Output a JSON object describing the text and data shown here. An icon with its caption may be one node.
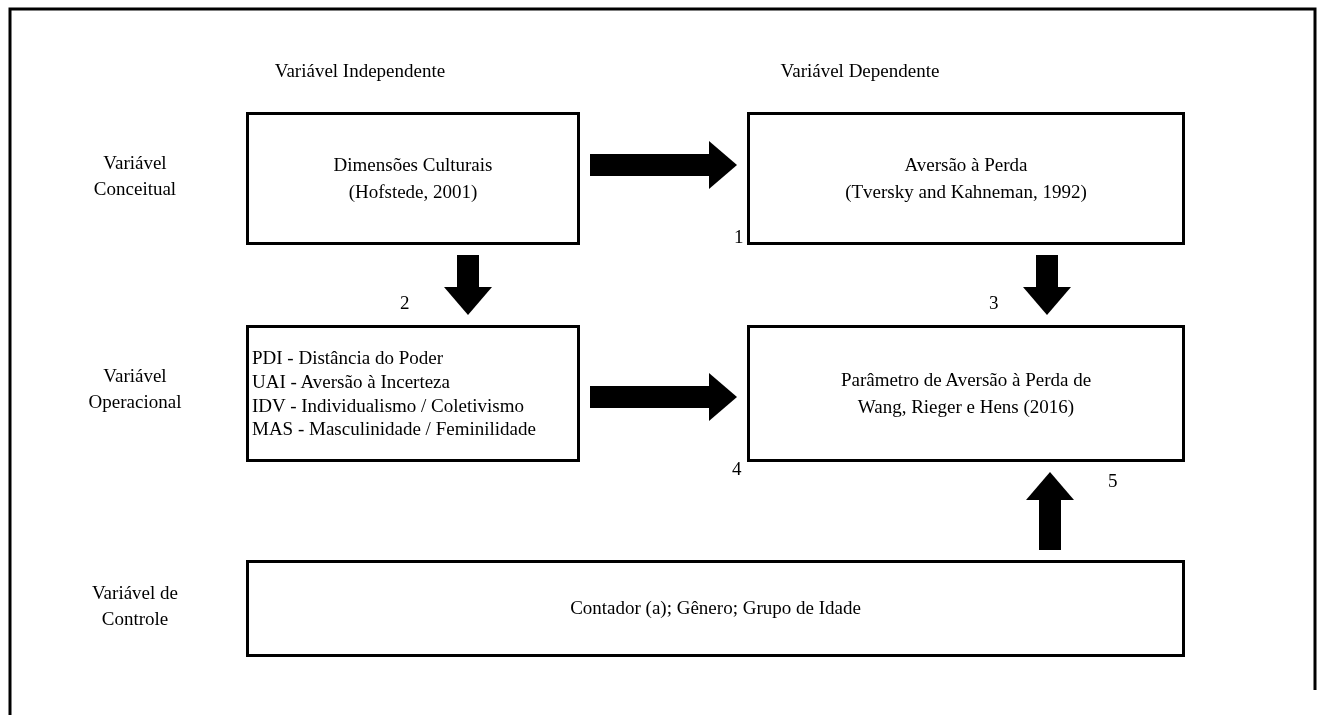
{
  "diagram": {
    "nodes": [
      {
        "text": [
          "Dimensões Culturais",
          "(Hofstede, 2001)"
        ]
      },
      {
        "text": [
          "Aversão à Perda",
          "(Tversky and Kahneman, 1992)"
        ]
      },
      {
        "text": [
          "PDI - Distância do Poder",
          "UAI - Aversão à Incerteza",
          "IDV - Individualismo / Coletivismo",
          "MAS - Masculinidade / Feminilidade"
        ]
      },
      {
        "text": [
          "Parâmetro de Aversão à Perda de Wang, Rieger e Hens (2016)"
        ]
      },
      {
        "text": [
          "Contador (a); Gênero; Grupo de Idade"
        ]
      }
    ],
    "edges": [
      {
        "from": 0,
        "to": 1,
        "arrow": "to",
        "label": "1"
      },
      {
        "from": 0,
        "to": 2,
        "arrow": "to",
        "label": "2"
      },
      {
        "from": 1,
        "to": 3,
        "arrow": "to",
        "label": "3"
      },
      {
        "from": 2,
        "to": 3,
        "arrow": "to",
        "label": "4"
      },
      {
        "from": 4,
        "to": 3,
        "arrow": "to",
        "label": "5"
      }
    ],
    "labels": [
      "Variável Independente",
      "Variável Dependente",
      "Variável Conceitual",
      "Variável Operacional",
      "Variável de Controle"
    ]
  }
}
